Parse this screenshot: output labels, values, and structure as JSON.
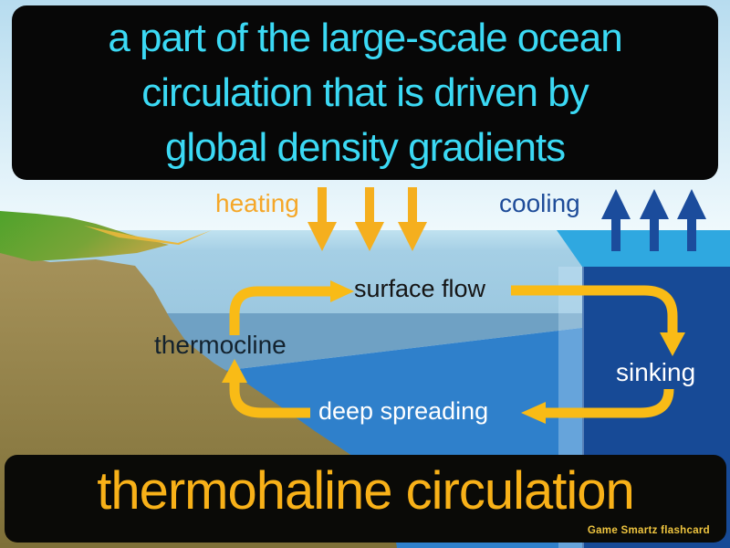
{
  "definition": {
    "lines": [
      "a part of the large-scale ocean",
      "circulation that is driven by",
      "global density gradients"
    ],
    "text_color": "#3bd9f4",
    "background": "#070707"
  },
  "term": {
    "text": "thermohaline circulation",
    "text_color": "#f8b118",
    "background": "#0a0a07"
  },
  "watermark": {
    "text": "Game Smartz  flashcard",
    "text_color": "#efc53f"
  },
  "diagram": {
    "labels": {
      "heating": "heating",
      "cooling": "cooling",
      "surface_flow": "surface flow",
      "thermocline": "thermocline",
      "sinking": "sinking",
      "deep_spreading": "deep spreading"
    },
    "icons": [
      "heating-down-arrow-icon x3",
      "cooling-up-arrow-icon x3",
      "surface-flow-arrow-icon",
      "upwelling-arrow-icon",
      "sinking-arrow-icon",
      "deep-spreading-arrow-icon"
    ],
    "colors": {
      "heating_text": "#f5a728",
      "cooling_text": "#1e4c99",
      "warm_arrow": "#f5af1e",
      "cold_arrow": "#1b4c9c",
      "circulation_arrow": "#f9bb16",
      "sky_top": "#b7dcef",
      "sky_bottom": "#f1fafd",
      "surface_water": "#a5cfe5",
      "thermocline_water": "#6fa1c4",
      "deep_water": "#2f80cb",
      "cold_block_top": "#2fa8e0",
      "cold_block_front": "#174a96",
      "land_green": "#4fa32b",
      "sand": "#efbe3e",
      "seafloor_brown": "#9b894c"
    }
  }
}
